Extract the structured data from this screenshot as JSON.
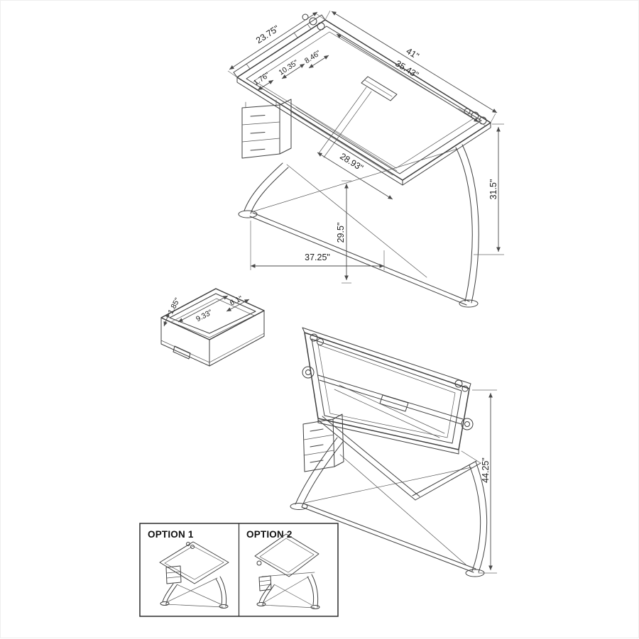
{
  "dimensions": {
    "d23_75": "23.75\"",
    "d41": "41\"",
    "d35_43": "35.43\"",
    "d8_46": "8.46\"",
    "d1_76": "1.76\"",
    "d10_35": "10.35\"",
    "d28_93": "28.93\"",
    "d31_5": "31.5\"",
    "d29_5": "29.5\"",
    "d37_25": "37.25\"",
    "d1_85": "1.85\"",
    "d9_33": "9.33\"",
    "d6_1": "6.1\"",
    "d44_25": "44.25\""
  },
  "options": {
    "option1": "OPTION 1",
    "option2": "OPTION 2"
  },
  "colors": {
    "line": "#3f3f3f",
    "dimension": "#4a4a4a",
    "text": "#1c1c1c",
    "background": "#ffffff"
  }
}
